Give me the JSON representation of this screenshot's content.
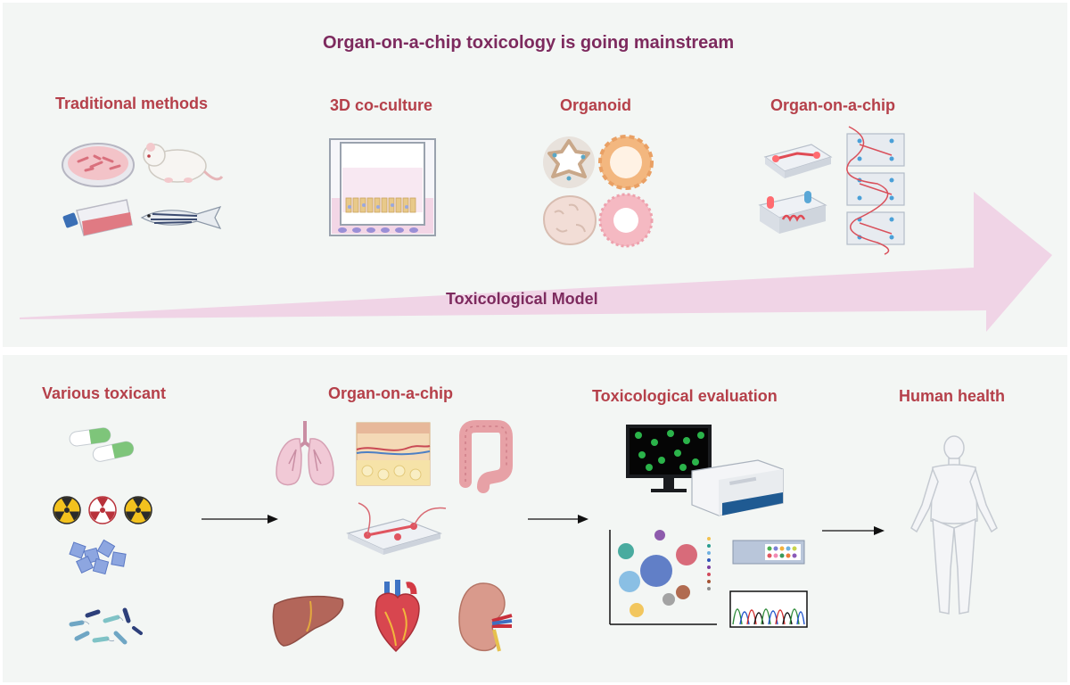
{
  "top": {
    "title": "Organ-on-a-chip toxicology is going mainstream",
    "stages": [
      "Traditional methods",
      "3D co-culture",
      "Organoid",
      "Organ-on-a-chip"
    ],
    "arrow_label": "Toxicological Model"
  },
  "bottom": {
    "steps": [
      "Various toxicant",
      "Organ-on-a-chip",
      "Toxicological evaluation",
      "Human health"
    ]
  },
  "colors": {
    "panel": "#f3f6f4",
    "title": "#7d2a5e",
    "label": "#b5404a",
    "arrow": "#f0d4e6"
  }
}
